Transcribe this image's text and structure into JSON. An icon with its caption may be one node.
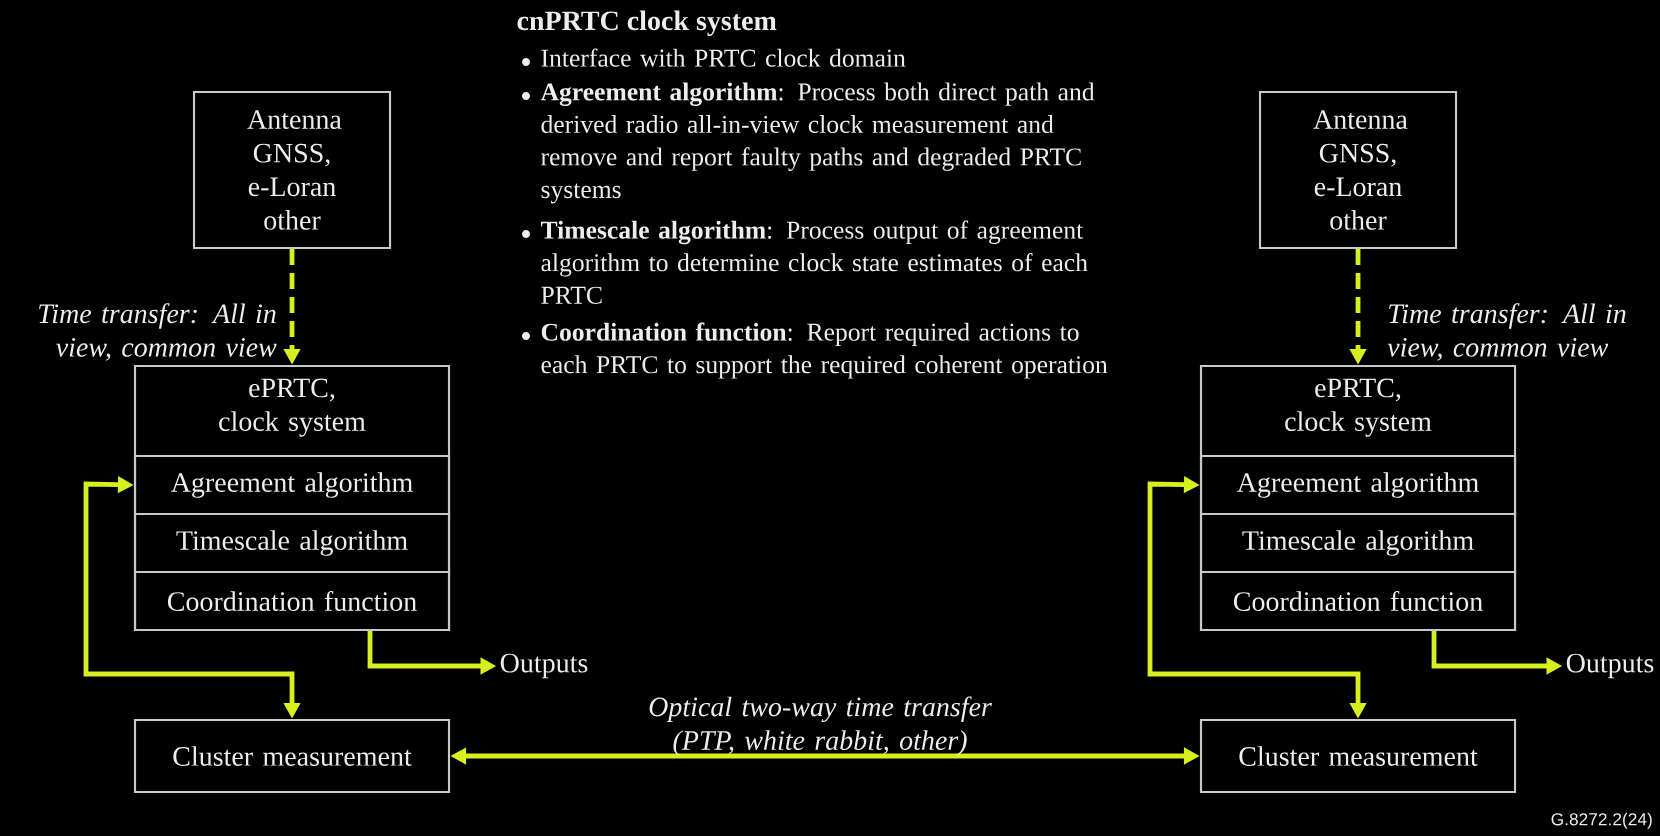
{
  "diagram": {
    "nodes": [
      {
        "text": [
          "Antenna GNSS, e-Loran other"
        ]
      },
      {
        "text": [
          "ePRTC, clock system"
        ]
      },
      {
        "text": [
          "Agreement algorithm"
        ],
        "in": 1
      },
      {
        "text": [
          "Timescale algorithm"
        ],
        "in": 1
      },
      {
        "text": [
          "Coordination function"
        ],
        "in": 1
      },
      {
        "text": [
          "Outputs"
        ]
      },
      {
        "text": [
          "Cluster measurement"
        ]
      },
      {
        "text": [
          "Antenna GNSS, e-Loran other"
        ]
      },
      {
        "text": [
          "ePRTC, clock system"
        ]
      },
      {
        "text": [
          "Agreement algorithm"
        ],
        "in": 8
      },
      {
        "text": [
          "Timescale algorithm"
        ],
        "in": 8
      },
      {
        "text": [
          "Coordination function"
        ],
        "in": 8
      },
      {
        "text": [
          "Outputs"
        ]
      },
      {
        "text": [
          "Cluster measurement"
        ]
      }
    ],
    "edges": [
      {
        "from": 0,
        "to": 1,
        "arrow": "to",
        "style": "dashed",
        "label": "Time transfer: All in view, common view"
      },
      {
        "from": 2,
        "to": 6,
        "arrow": "both"
      },
      {
        "from": 4,
        "to": 5,
        "arrow": "to"
      },
      {
        "from": 6,
        "to": 13,
        "arrow": "both",
        "label": "Optical two-way time transfer (PTP, white rabbit, other)"
      },
      {
        "from": 7,
        "to": 8,
        "arrow": "to",
        "style": "dashed",
        "label": "Time transfer: All in view, common view"
      },
      {
        "from": 9,
        "to": 13,
        "arrow": "both"
      },
      {
        "from": 11,
        "to": 12,
        "arrow": "to"
      }
    ],
    "labels": [
      "cnPRTC clock system",
      "Interface with PRTC clock domain",
      "**Agreement algorithm**: Process both direct path and derived radio all-in-view clock measurement and remove and report faulty paths and degraded PRTC systems",
      "**Timescale algorithm**: Process output of agreement algorithm to determine clock state estimates of each PRTC",
      "**Coordination function**: Report required actions to each PRTC to support the required coherent operation",
      "G.8272.2(24)"
    ]
  }
}
